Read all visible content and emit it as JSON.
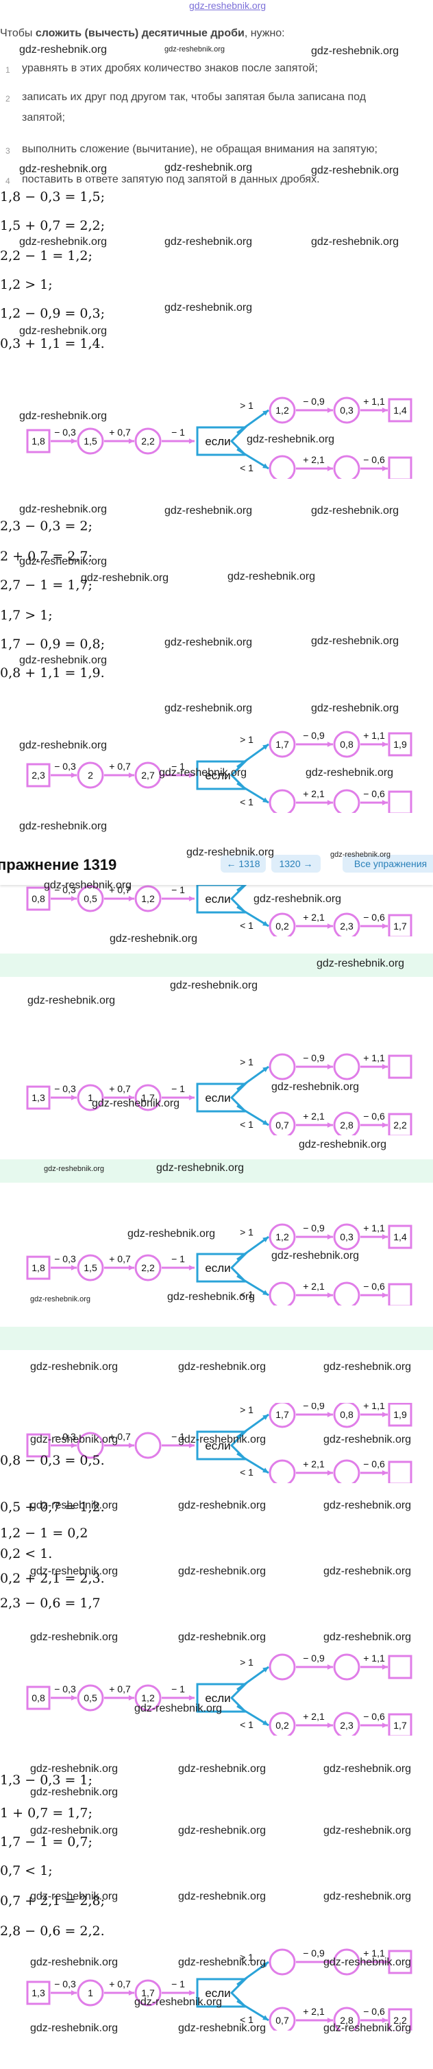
{
  "site_logo": "gdz-reshebnik.org",
  "watermark": "gdz-reshebnik.org",
  "intro": {
    "lead": "Чтобы ",
    "bold": "сложить (вычесть) десятичные дроби",
    "tail": ", нужно:"
  },
  "rule_items": [
    {
      "num": "1",
      "text": "уравнять в этих дробях количество знаков после запятой;"
    },
    {
      "num": "2",
      "text": "записать их друг под другом так, чтобы запятая была записана под",
      "text2": "запятой;"
    },
    {
      "num": "3",
      "text": "выполнить сложение (вычитание), не обращая внимания на запятую;"
    },
    {
      "num": "4",
      "text": "поставить в ответе запятую под запятой в данных дробях."
    }
  ],
  "exercise": {
    "title": "пражнение 1319",
    "prev": "← 1318",
    "current": "1320 →",
    "all": "Все упражнения"
  },
  "block1": [
    "1,8 − 0,3 = 1,5;",
    "1,5 + 0,7 = 2,2;",
    "2,2 − 1 = 1,2;",
    "1,2 > 1;",
    "1,2 − 0,9 = 0,3;",
    "0,3 + 1,1 = 1,4."
  ],
  "block2": [
    "2,3 − 0,3 = 2;",
    "2 + 0,7 = 2,7;",
    "2,7 − 1 = 1,7;",
    "1,7 > 1;",
    "1,7 − 0,9 = 0,8;",
    "0,8 + 1,1 = 1,9."
  ],
  "block3": [
    "0,8 − 0,3 = 0,5.",
    "0,5 + 0,7 = 1,2.",
    "1,2 − 1 = 0,2",
    "0,2 < 1.",
    "0,2 + 2,1 = 2,3.",
    "2,3 − 0,6 = 1,7"
  ],
  "block4": [
    "1,3 − 0,3 = 1;",
    "1 + 0,7 = 1,7;",
    "1,7 − 1 = 0,7;",
    "0,7 < 1;",
    "0,7 + 2,1 = 2,8;",
    "2,8 − 0,6 = 2,2."
  ],
  "ops": {
    "sub1": "− 0,3",
    "add1": "+ 0,7",
    "sub2": "− 1",
    "gt": "> 1",
    "lt": "< 1",
    "cond": "если",
    "up1": "− 0,9",
    "up2": "+ 1,1",
    "dn1": "+ 2,1",
    "dn2": "− 0,6"
  },
  "colors": {
    "pink": "#e07de8",
    "blue": "#2aa3d8",
    "band": "#e6f9ee"
  },
  "diagrams": [
    {
      "start": "1,8",
      "v1": "1,5",
      "v2": "2,2",
      "up": [
        "1,2",
        "0,3",
        "1,4"
      ],
      "dn": [
        "",
        "",
        ""
      ]
    },
    {
      "start": "2,3",
      "v1": "2",
      "v2": "2,7",
      "up": [
        "1,7",
        "0,8",
        "1,9"
      ],
      "dn": [
        "",
        "",
        ""
      ]
    },
    {
      "start": "0,8",
      "v1": "0,5",
      "v2": "1,2",
      "up": [
        "",
        "",
        ""
      ],
      "dn": [
        "0,2",
        "2,3",
        "1,7"
      ]
    },
    {
      "start": "1,3",
      "v1": "1",
      "v2": "1,7",
      "up": [
        "",
        "",
        ""
      ],
      "dn": [
        "0,7",
        "2,8",
        "2,2"
      ]
    },
    {
      "start": "1,8",
      "v1": "1,5",
      "v2": "2,2",
      "up": [
        "1,2",
        "0,3",
        "1,4"
      ],
      "dn": [
        "",
        "",
        ""
      ]
    },
    {
      "start": "",
      "v1": "",
      "v2": "",
      "up": [
        "1,7",
        "0,8",
        "1,9"
      ],
      "dn": [
        "",
        "",
        ""
      ]
    },
    {
      "start": "0,8",
      "v1": "0,5",
      "v2": "1,2",
      "up": [
        "",
        "",
        ""
      ],
      "dn": [
        "0,2",
        "2,3",
        "1,7"
      ]
    },
    {
      "start": "1,3",
      "v1": "1",
      "v2": "1,7",
      "up": [
        "",
        "",
        ""
      ],
      "dn": [
        "0,7",
        "2,8",
        "2,2"
      ]
    }
  ]
}
